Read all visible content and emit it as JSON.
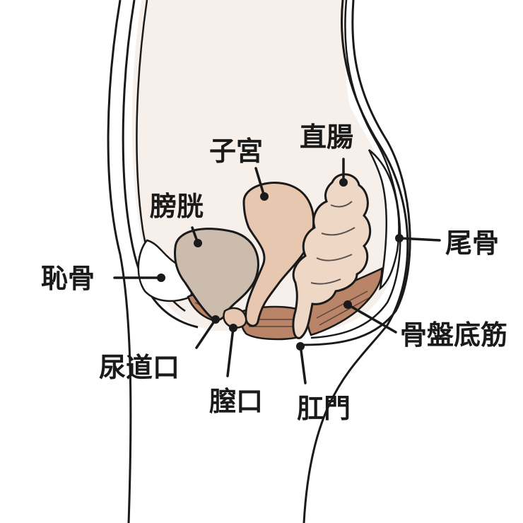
{
  "labels": {
    "rectum": "直腸",
    "uterus": "子宮",
    "bladder": "膀胱",
    "pubic_bone": "恥骨",
    "coccyx": "尾骨",
    "pelvic_floor": "骨盤底筋",
    "urethral_opening": "尿道口",
    "vaginal_opening": "膣口",
    "anus": "肛門"
  },
  "colors": {
    "outline": "#1a1a1a",
    "body_fill": "#f7efea",
    "bladder_fill": "#cbbcae",
    "uterus_fill": "#e8c7b0",
    "rectum_fill": "#efd7c6",
    "muscle_fill": "#b98467",
    "bone_fill": "#ffffff"
  }
}
